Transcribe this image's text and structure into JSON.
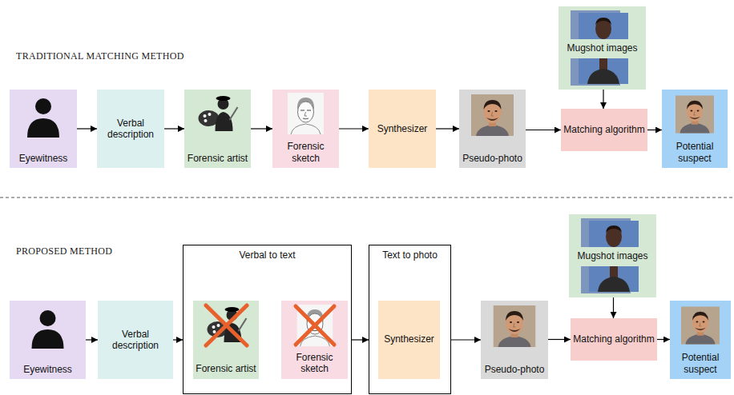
{
  "diagram": {
    "nodes": [
      {
        "text": [
          "Eyewitness"
        ]
      },
      {
        "text": [
          "Verbal description"
        ]
      },
      {
        "text": [
          "Forensic artist"
        ]
      },
      {
        "text": [
          "Forensic sketch"
        ]
      },
      {
        "text": [
          "Synthesizer"
        ]
      },
      {
        "text": [
          "Pseudo-photo"
        ]
      },
      {
        "text": [
          "Mugshot images"
        ]
      },
      {
        "text": [
          "Matching algorithm"
        ]
      },
      {
        "text": [
          "Potential suspect"
        ]
      },
      {
        "text": [
          "Eyewitness"
        ]
      },
      {
        "text": [
          "Verbal description"
        ]
      },
      {
        "text": [
          "Verbal to text"
        ]
      },
      {
        "text": [
          "Forensic artist"
        ],
        "in": 11
      },
      {
        "text": [
          "Forensic sketch"
        ],
        "in": 11
      },
      {
        "text": [
          "Text to photo"
        ]
      },
      {
        "text": [
          "Synthesizer"
        ],
        "in": 14
      },
      {
        "text": [
          "Pseudo-photo"
        ]
      },
      {
        "text": [
          "Mugshot images"
        ]
      },
      {
        "text": [
          "Matching algorithm"
        ]
      },
      {
        "text": [
          "Potential suspect"
        ]
      }
    ],
    "edges": [
      {
        "from": 0,
        "to": 1,
        "arrow": "to"
      },
      {
        "from": 1,
        "to": 2,
        "arrow": "to"
      },
      {
        "from": 2,
        "to": 3,
        "arrow": "to"
      },
      {
        "from": 3,
        "to": 4,
        "arrow": "to"
      },
      {
        "from": 4,
        "to": 5,
        "arrow": "to"
      },
      {
        "from": 5,
        "to": 7,
        "arrow": "to"
      },
      {
        "from": 6,
        "to": 7,
        "arrow": "to"
      },
      {
        "from": 7,
        "to": 8,
        "arrow": "to"
      },
      {
        "from": 9,
        "to": 10,
        "arrow": "to"
      },
      {
        "from": 10,
        "to": 11,
        "arrow": "to"
      },
      {
        "from": 11,
        "to": 14,
        "arrow": "to"
      },
      {
        "from": 14,
        "to": 16,
        "arrow": "to"
      },
      {
        "from": 16,
        "to": 18,
        "arrow": "to"
      },
      {
        "from": 17,
        "to": 18,
        "arrow": "to"
      },
      {
        "from": 18,
        "to": 19,
        "arrow": "to"
      }
    ],
    "labels": [
      "TRADITIONAL MATCHING METHOD",
      "PROPOSED METHOD"
    ]
  }
}
